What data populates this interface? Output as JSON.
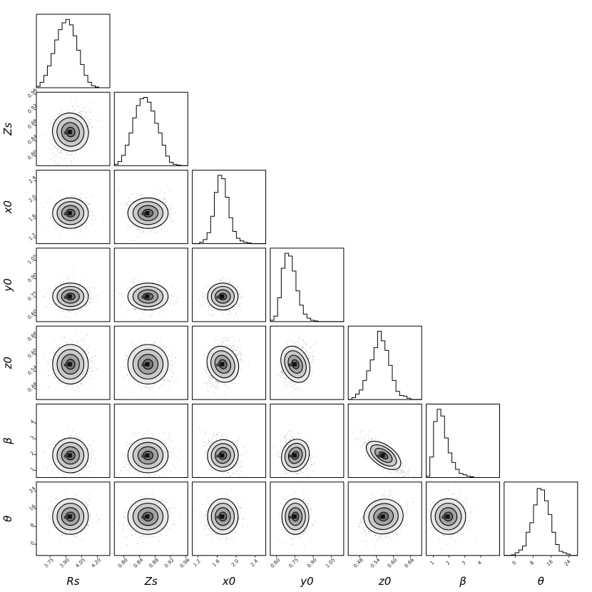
{
  "chart_data": {
    "type": "corner",
    "parameters": [
      {
        "name": "Rs",
        "label": "Rs",
        "range": [
          3.62,
          4.32
        ],
        "ticks": [
          "3.75",
          "3.90",
          "4.05",
          "4.20"
        ],
        "mean": 3.945,
        "sd": 0.085
      },
      {
        "name": "Zs",
        "label": "Zs",
        "range": [
          0.775,
          0.965
        ],
        "ticks": [
          "0.80",
          "0.84",
          "0.88",
          "0.92",
          "0.96"
        ],
        "mean": 0.862,
        "sd": 0.026
      },
      {
        "name": "x0",
        "label": "x0",
        "range": [
          1.08,
          2.62
        ],
        "ticks": [
          "1.2",
          "1.6",
          "2.0",
          "2.4"
        ],
        "mean": 1.72,
        "sd": 0.16
      },
      {
        "name": "y0",
        "label": "y0",
        "range": [
          0.55,
          1.15
        ],
        "ticks": [
          "0.60",
          "0.75",
          "0.90",
          "1.05"
        ],
        "mean": 0.755,
        "sd": 0.055
      },
      {
        "name": "z0",
        "label": "z0",
        "range": [
          0.44,
          0.7
        ],
        "ticks": [
          "0.48",
          "0.54",
          "0.60",
          "0.66"
        ],
        "mean": 0.565,
        "sd": 0.035
      },
      {
        "name": "beta",
        "label": "β",
        "range": [
          0.55,
          5.2
        ],
        "ticks": [
          "1",
          "2",
          "3",
          "4"
        ],
        "mean": 1.95,
        "sd": 0.55
      },
      {
        "name": "theta",
        "label": "θ",
        "range": [
          -5,
          28
        ],
        "ticks": [
          "0",
          "8",
          "16",
          "24"
        ],
        "mean": 12.5,
        "sd": 4.0
      }
    ],
    "histograms": [
      {
        "param": "Rs",
        "counts": [
          0.02,
          0.08,
          0.18,
          0.32,
          0.5,
          0.7,
          0.85,
          0.95,
          1.0,
          0.92,
          0.76,
          0.55,
          0.34,
          0.18,
          0.08,
          0.03,
          0.01,
          0,
          0,
          0
        ]
      },
      {
        "param": "Zs",
        "counts": [
          0.02,
          0.06,
          0.15,
          0.3,
          0.48,
          0.7,
          0.88,
          0.98,
          1.0,
          0.93,
          0.8,
          0.62,
          0.48,
          0.3,
          0.14,
          0.05,
          0.02,
          0.01,
          0,
          0
        ]
      },
      {
        "param": "x0",
        "counts": [
          0,
          0,
          0.02,
          0.06,
          0.16,
          0.4,
          0.75,
          1.0,
          0.95,
          0.68,
          0.38,
          0.18,
          0.08,
          0.04,
          0.02,
          0.01,
          0,
          0,
          0,
          0
        ]
      },
      {
        "param": "y0",
        "counts": [
          0.02,
          0.08,
          0.35,
          0.78,
          1.0,
          0.96,
          0.74,
          0.45,
          0.24,
          0.11,
          0.05,
          0.02,
          0.01,
          0,
          0,
          0,
          0,
          0,
          0,
          0
        ]
      },
      {
        "param": "z0",
        "counts": [
          0,
          0.03,
          0.08,
          0.14,
          0.28,
          0.42,
          0.58,
          0.76,
          1.0,
          0.86,
          0.72,
          0.5,
          0.28,
          0.12,
          0.06,
          0.05,
          0.02,
          0,
          0,
          0
        ]
      },
      {
        "param": "beta",
        "counts": [
          0.02,
          0.3,
          0.82,
          1.0,
          0.9,
          0.58,
          0.36,
          0.22,
          0.12,
          0.06,
          0.04,
          0.02,
          0.01,
          0,
          0,
          0,
          0,
          0,
          0,
          0
        ]
      },
      {
        "param": "theta",
        "counts": [
          0,
          0,
          0.01,
          0.04,
          0.08,
          0.14,
          0.34,
          0.48,
          0.74,
          0.98,
          0.96,
          0.8,
          0.6,
          0.34,
          0.16,
          0.06,
          0.04,
          0.02,
          0,
          0
        ]
      }
    ],
    "correlations": [
      {
        "pair": [
          "Zs",
          "Rs"
        ],
        "rho": 0.3
      },
      {
        "pair": [
          "z0",
          "x0"
        ],
        "rho": 0.35
      },
      {
        "pair": [
          "z0",
          "y0"
        ],
        "rho": 0.3
      },
      {
        "pair": [
          "beta",
          "x0"
        ],
        "rho": -0.4
      },
      {
        "pair": [
          "beta",
          "y0"
        ],
        "rho": -0.3
      },
      {
        "pair": [
          "beta",
          "z0"
        ],
        "rho": -0.8
      },
      {
        "pair": [
          "theta",
          "z0"
        ],
        "rho": 0.25
      }
    ],
    "contour_levels_sigma": [
      0.5,
      1.0,
      1.5,
      2.0
    ]
  }
}
